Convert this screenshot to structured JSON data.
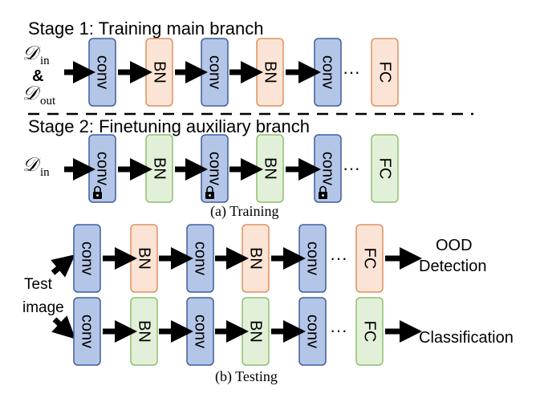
{
  "stage1": {
    "title": "Stage 1: Training main branch",
    "input_symbol": "𝒟",
    "input_in_sub": "in",
    "ampersand": "&",
    "input_out_sub": "out",
    "blocks": [
      "conv",
      "BN",
      "conv",
      "BN",
      "conv",
      "FC"
    ],
    "ellipsis": "···"
  },
  "stage2": {
    "title": "Stage 2: Finetuning auxiliary branch",
    "input_symbol": "𝒟",
    "input_in_sub": "in",
    "blocks": [
      "conv",
      "BN",
      "conv",
      "BN",
      "conv",
      "FC"
    ],
    "ellipsis": "···"
  },
  "caption_training": "(a) Training",
  "testing": {
    "input_label_line1": "Test",
    "input_label_line2": "image",
    "top_blocks": [
      "conv",
      "BN",
      "conv",
      "BN",
      "conv",
      "FC"
    ],
    "top_output_line1": "OOD",
    "top_output_line2": "Detection",
    "bottom_blocks": [
      "conv",
      "BN",
      "conv",
      "BN",
      "conv",
      "FC"
    ],
    "bottom_output": "Classification",
    "ellipsis": "···"
  },
  "caption_testing": "(b) Testing",
  "colors": {
    "conv_fill": "#b4c6e7",
    "conv_stroke": "#3f5d9e",
    "bn_main_fill": "#fbe4d5",
    "bn_main_stroke": "#e09060",
    "bn_aux_fill": "#e2f0d9",
    "bn_aux_stroke": "#8fbf6f",
    "arrow": "#000000"
  },
  "icons": {
    "lock": "lock-icon",
    "arrow": "arrow-right-icon"
  }
}
